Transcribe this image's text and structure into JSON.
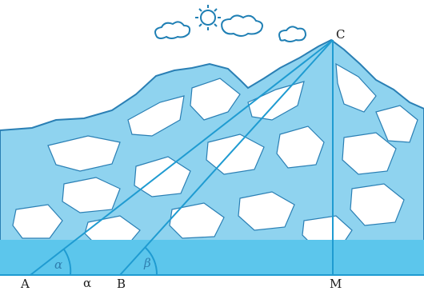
{
  "points": {
    "A": "A",
    "B": "B",
    "C": "C",
    "M": "M"
  },
  "angles": {
    "at_A": "α",
    "at_B": "β"
  },
  "segment_AB_label": "α",
  "colors": {
    "line": "#1f9bd1",
    "mountain_fill": "#8fd3ef",
    "mountain_snow": "#ffffff",
    "mountain_edge": "#2a7fb4",
    "ground": "#5cc6ec",
    "sun": "#1f7fb4"
  },
  "icons": {
    "sun": "sun-icon",
    "clouds": "cloud-icon"
  }
}
